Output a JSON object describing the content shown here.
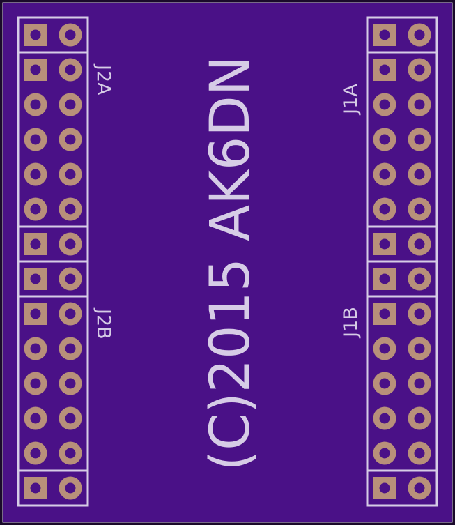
{
  "board": {
    "copyright_text": "(C)2015 AK6DN",
    "colors": {
      "substrate": "#4a1187",
      "edge": "#1a0a2a",
      "silkscreen": "#d6cce6",
      "pad_copper": "#b8907a",
      "pad_hole": "#4a1187"
    }
  },
  "connectors": {
    "j2a": {
      "label": "J2A"
    },
    "j2b": {
      "label": "J2B"
    },
    "j1a": {
      "label": "J1A"
    },
    "j1b": {
      "label": "J1B"
    }
  }
}
